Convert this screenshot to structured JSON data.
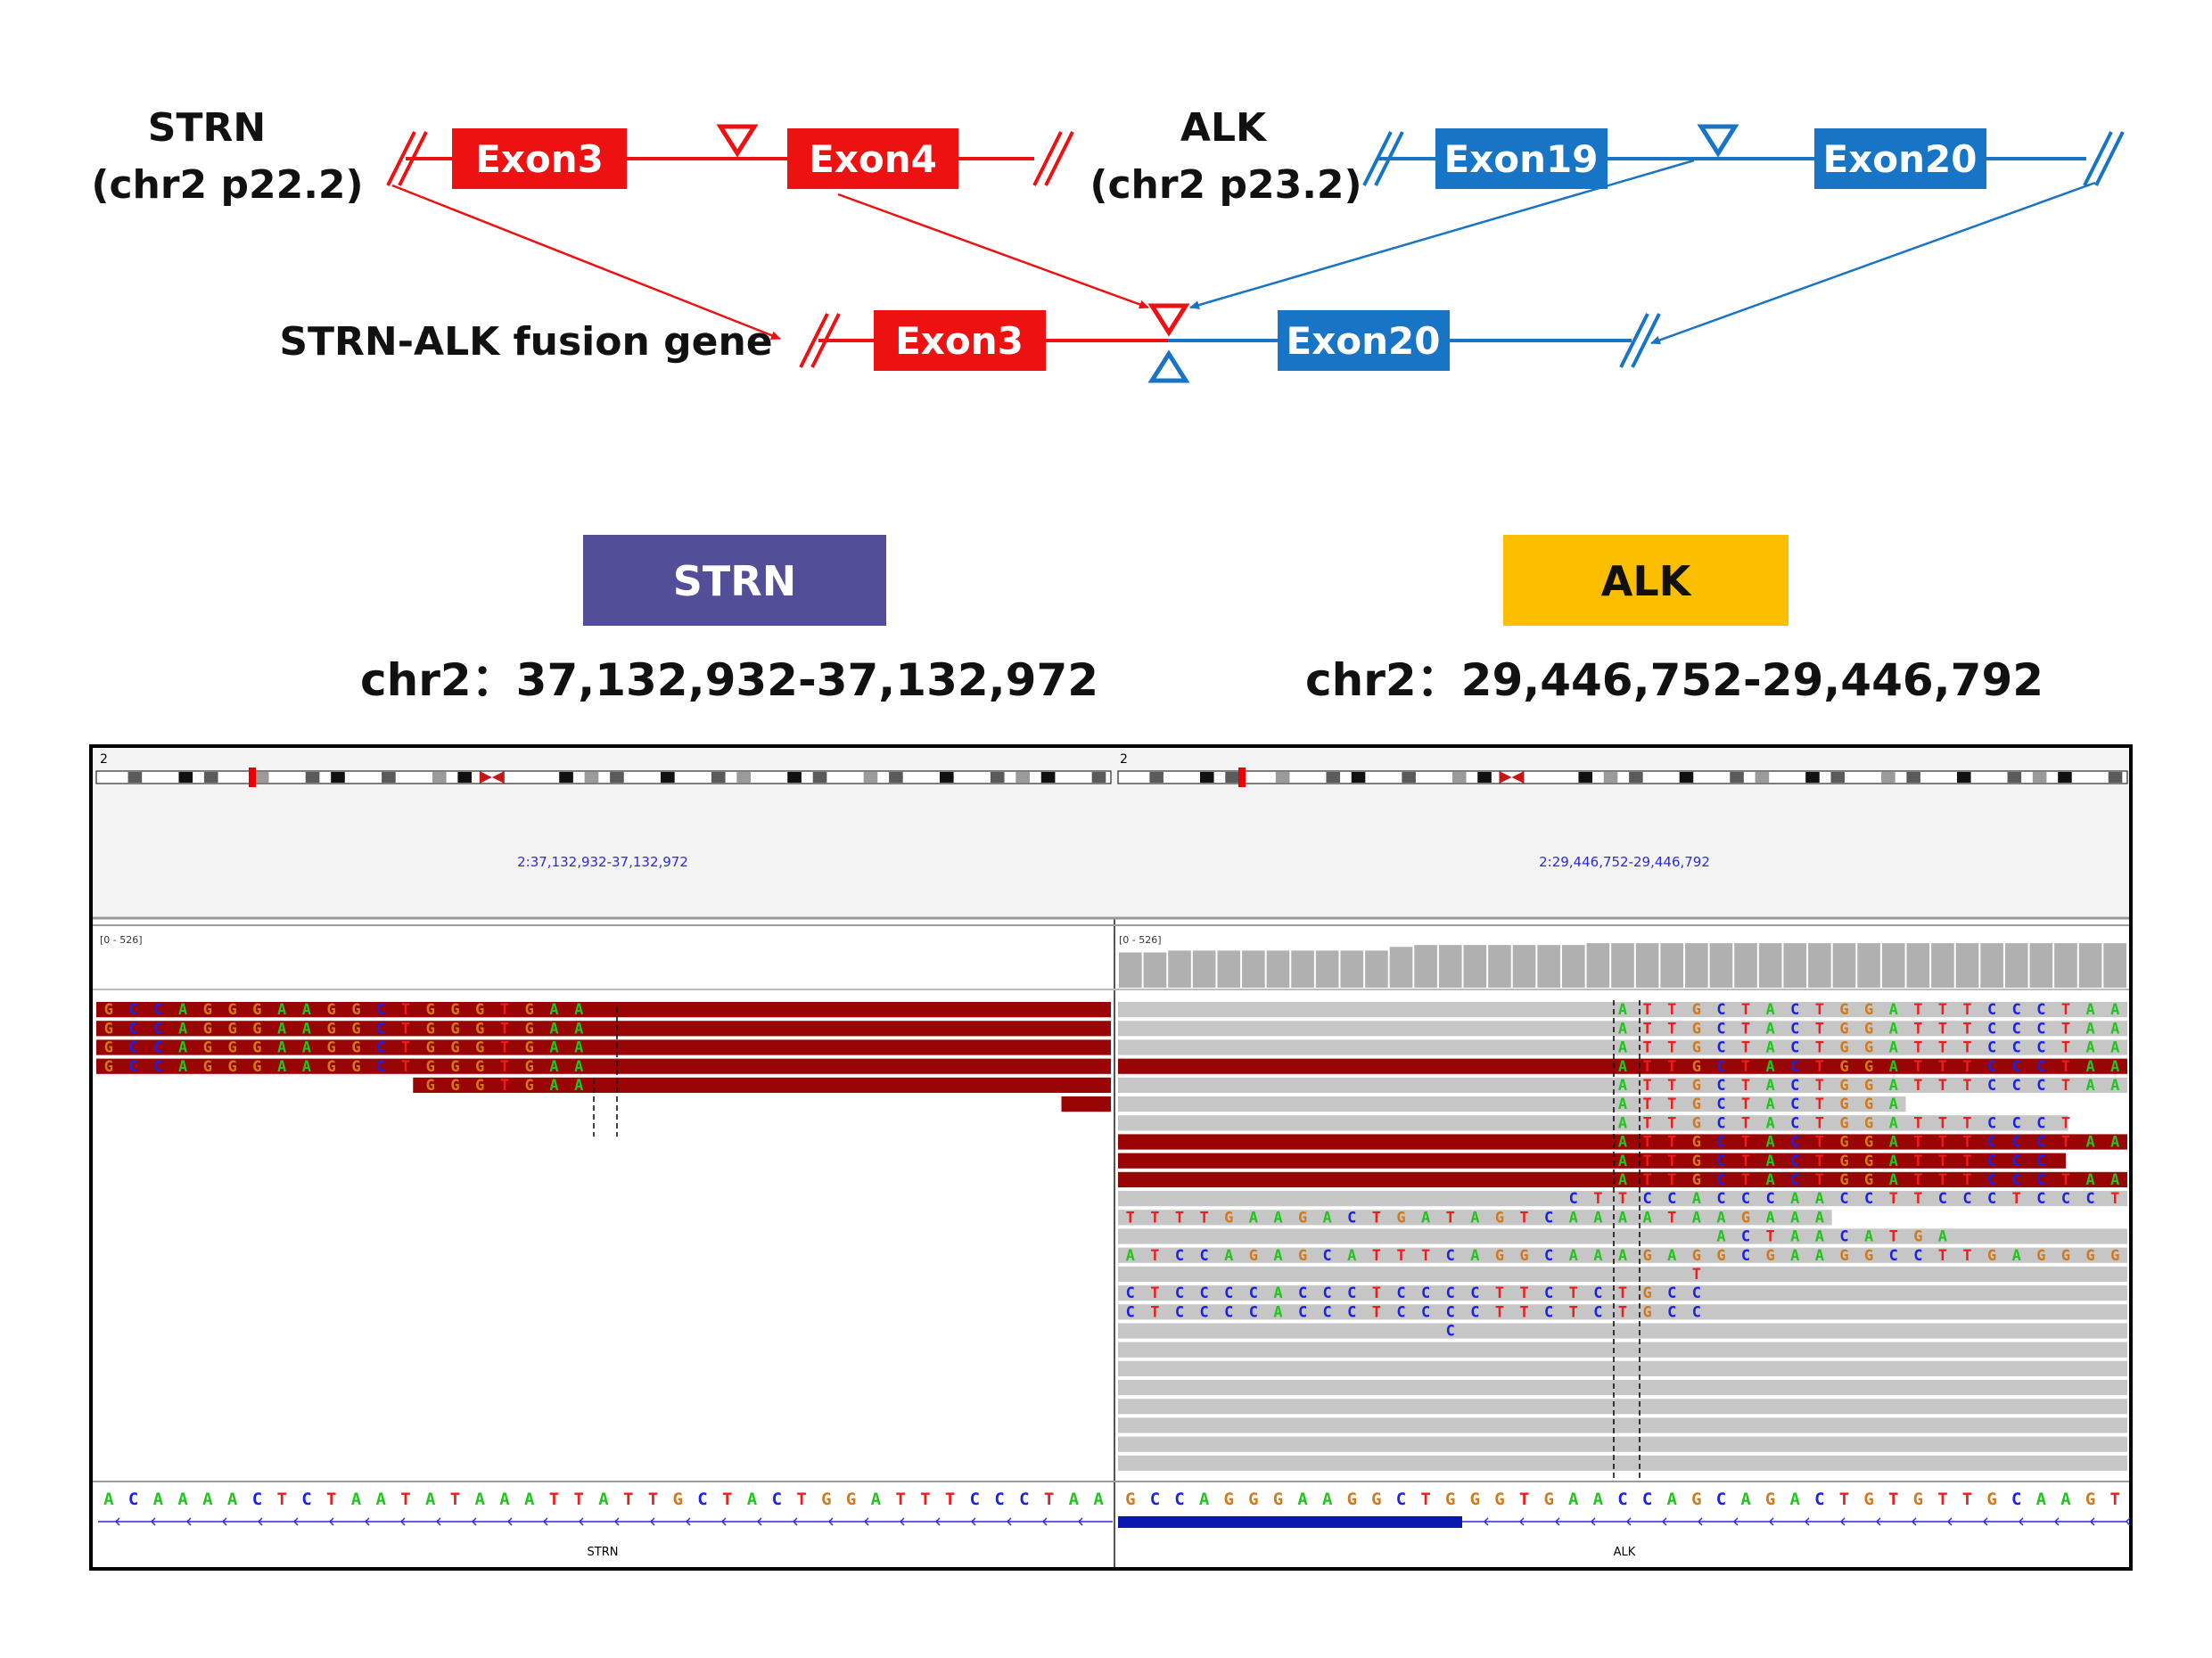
{
  "diagram": {
    "strn_gene_name": "STRN",
    "strn_gene_locus": "(chr2 p22.2)",
    "alk_gene_name": "ALK",
    "alk_gene_locus": "(chr2 p23.2)",
    "fusion_label": "STRN-ALK fusion gene",
    "strn_exons": [
      "Exon3",
      "Exon4"
    ],
    "alk_exons": [
      "Exon19",
      "Exon20"
    ],
    "fusion_exons": [
      "Exon3",
      "Exon20"
    ],
    "colors": {
      "strn": "#ee1111",
      "alk": "#1874c4"
    }
  },
  "panels": {
    "strn": {
      "label": "STRN",
      "coords": "chr2：37,132,932-37,132,972",
      "color": "#524e98",
      "text_color": "#ffffff",
      "locus": "2:37,132,932-37,132,972",
      "coverage_range": "[0 - 526]",
      "reference": "ACAAAACTCTAATATAAATTATTGCTACTGGATTTCCCTAA",
      "gene": "STRN"
    },
    "alk": {
      "label": "ALK",
      "coords": "chr2：29,446,752-29,446,792",
      "color": "#fcbf00",
      "text_color": "#111111",
      "locus": "2:29,446,752-29,446,792",
      "coverage_range": "[0 - 526]",
      "reference": "GCCAGGGAAGGCTGGGTGAACCAGCAGACTGTGTTGCAAGT",
      "gene": "ALK"
    }
  },
  "igv": {
    "chromosome": "2",
    "base_colors": {
      "A": "#22c41e",
      "C": "#1a22e6",
      "G": "#d1791b",
      "T": "#ee1c1c"
    },
    "strn_reads": [
      {
        "start": 0,
        "end": 41,
        "color": "red",
        "seq": "GCCAGGGAAGGCTGGGTGAA",
        "seq_start": 0
      },
      {
        "start": 0,
        "end": 41,
        "color": "red",
        "seq": "GCCAGGGAAGGCTGGGTGAA",
        "seq_start": 0
      },
      {
        "start": 0,
        "end": 41,
        "color": "red",
        "seq": "GCCAGGGAAGGCTGGGTGAA",
        "seq_start": 0
      },
      {
        "start": 0,
        "end": 41,
        "color": "red",
        "seq": "GCCAGGGAAGGCTGGGTGAA",
        "seq_start": 0
      },
      {
        "start": 12.8,
        "end": 41,
        "color": "red",
        "seq": "GGGTGAA",
        "seq_start": 13
      },
      {
        "start": 39,
        "end": 41,
        "color": "red",
        "seq": "",
        "seq_start": 0
      }
    ],
    "alk_reads": [
      {
        "start": 0,
        "end": 41,
        "color": "grey",
        "seq": "ATTGCTACTGGATTTCCCTAA",
        "seq_start": 20
      },
      {
        "start": 0,
        "end": 41,
        "color": "grey",
        "seq": "ATTGCTACTGGATTTCCCTAA",
        "seq_start": 20
      },
      {
        "start": 0,
        "end": 41,
        "color": "grey",
        "seq": "ATTGCTACTGGATTTCCCTAA",
        "seq_start": 20
      },
      {
        "start": 0,
        "end": 41,
        "color": "red",
        "seq": "ATTGCTACTGGATTTCCCTAA",
        "seq_start": 20
      },
      {
        "start": 0,
        "end": 41,
        "color": "grey",
        "seq": "ATTGCTACTGGATTTCCCTAA",
        "seq_start": 20
      },
      {
        "start": 0,
        "end": 32,
        "color": "grey",
        "seq": "ATTGCTACTGGA",
        "seq_start": 20
      },
      {
        "start": 0,
        "end": 38.6,
        "color": "grey",
        "seq": "ATTGCTACTGGATTTCCCT",
        "seq_start": 20
      },
      {
        "start": 0,
        "end": 41,
        "color": "red",
        "seq": "ATTGCTACTGGATTTCCCTAA",
        "seq_start": 20
      },
      {
        "start": 0,
        "end": 38.5,
        "color": "red",
        "seq": "ATTGCTACTGGATTTCCC",
        "seq_start": 20
      },
      {
        "start": 0,
        "end": 41,
        "color": "red",
        "seq": "ATTGCTACTGGATTTCCCTAA",
        "seq_start": 20
      },
      {
        "start": 0,
        "end": 41,
        "color": "grey",
        "seq": "CTTCCACCCAACCTTCCCTCCCT",
        "seq_start": 18
      },
      {
        "start": 0,
        "end": 29,
        "color": "grey",
        "seq": "TTTTGAAGACTGATAGTCAAAATAAGAAA",
        "seq_start": 0
      },
      {
        "start": 0,
        "end": 41,
        "color": "grey",
        "seq": "ACTAACATGA",
        "seq_start": 24
      },
      {
        "start": 0,
        "end": 41,
        "color": "grey",
        "seq": "ATCCAGAGCATTTCAGGCAAAGAGGCGAAGGCCTTGAGGGG",
        "seq_start": 0
      },
      {
        "start": 0,
        "end": 41,
        "color": "grey",
        "seq": "T",
        "seq_start": 23
      },
      {
        "start": 0,
        "end": 41,
        "color": "grey",
        "seq": "CTCCCCACCCTCCCCTTCTCTGCC",
        "seq_start": 0
      },
      {
        "start": 0,
        "end": 41,
        "color": "grey",
        "seq": "CTCCCCACCCTCCCCTTCTCTGCC",
        "seq_start": 0
      },
      {
        "start": 0,
        "end": 41,
        "color": "grey",
        "seq": "C",
        "seq_start": 13
      },
      {
        "start": 0,
        "end": 41,
        "color": "grey",
        "seq": "",
        "seq_start": 0
      },
      {
        "start": 0,
        "end": 41,
        "color": "grey",
        "seq": "",
        "seq_start": 0
      },
      {
        "start": 0,
        "end": 41,
        "color": "grey",
        "seq": "",
        "seq_start": 0
      },
      {
        "start": 0,
        "end": 41,
        "color": "grey",
        "seq": "",
        "seq_start": 0
      },
      {
        "start": 0,
        "end": 41,
        "color": "grey",
        "seq": "",
        "seq_start": 0
      },
      {
        "start": 0,
        "end": 41,
        "color": "grey",
        "seq": "",
        "seq_start": 0
      },
      {
        "start": 0,
        "end": 41,
        "color": "grey",
        "seq": "",
        "seq_start": 0
      }
    ],
    "alk_coverage": [
      38,
      38,
      40,
      40,
      40,
      40,
      40,
      40,
      40,
      40,
      40,
      44,
      46,
      46,
      46,
      46,
      46,
      46,
      46,
      48,
      48,
      48,
      48,
      48,
      48,
      48,
      48,
      48,
      48,
      48,
      48,
      48,
      48,
      48,
      48,
      48,
      48,
      48,
      48,
      48,
      48
    ]
  }
}
